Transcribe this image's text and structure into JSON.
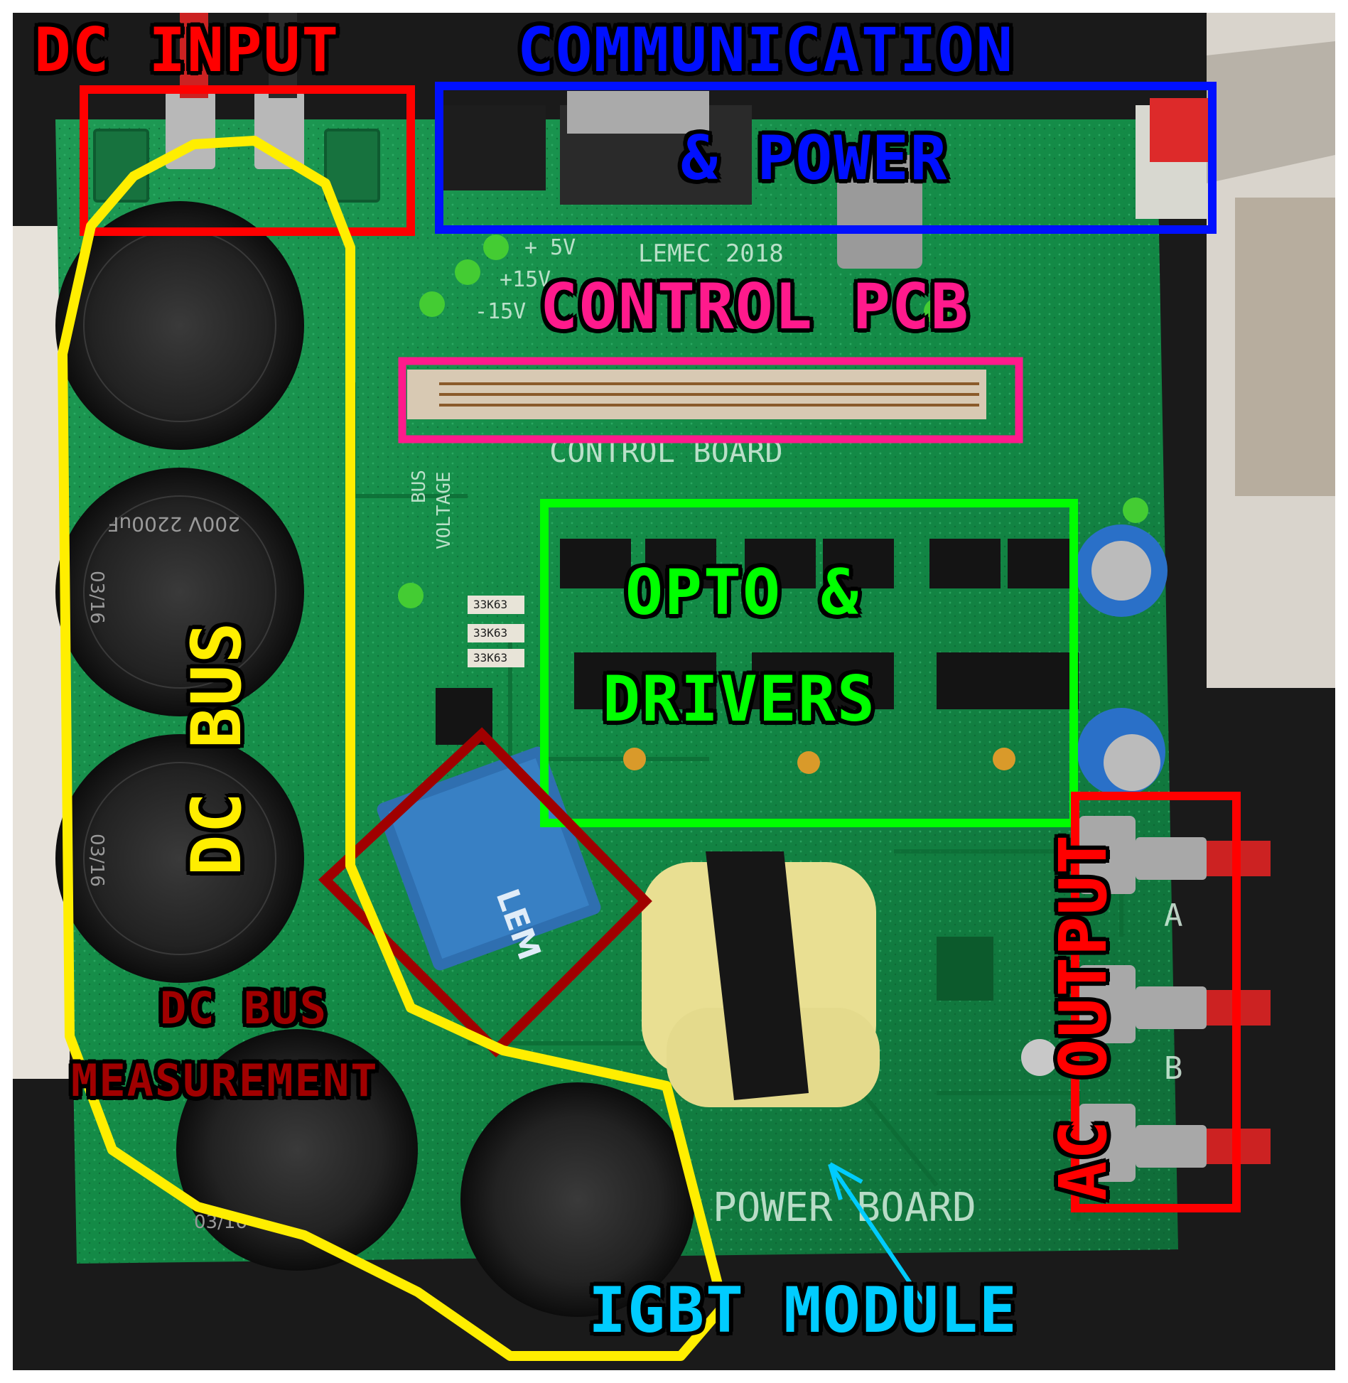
{
  "labels": {
    "dc_input": "DC INPUT",
    "communication": "COMMUNICATION",
    "power": "& POWER",
    "control_pcb": "CONTROL PCB",
    "dc_bus": "DC BUS",
    "opto": "OPTO &",
    "drivers": "DRIVERS",
    "dc_bus_measurement_1": "DC BUS",
    "dc_bus_measurement_2": "MEASUREMENT",
    "ac_output": "AC OUTPUT",
    "igbt_module": "IGBT MODULE"
  },
  "board_silkscreen": {
    "lemec": "LEMEC 2018",
    "control_board": "CONTROL BOARD",
    "power_board": "POWER BOARD",
    "bus_voltage_1": "BUS",
    "bus_voltage_2": "VOLTAGE",
    "plus5v": "+ 5V",
    "plus15v": "+15V",
    "minus15v": "-15V",
    "phase_a": "A",
    "phase_b": "B",
    "lem": "LEM",
    "cap_rating": "200V 2200uF",
    "cap_date": "03/16",
    "resistor": "33K63"
  },
  "colors": {
    "dc_input": "#ff0000",
    "communication": "#0010ff",
    "control_pcb": "#ff1a8c",
    "dc_bus": "#ffee00",
    "opto_drivers": "#00ff00",
    "dc_bus_measurement": "#a00000",
    "ac_output": "#ff0000",
    "igbt_module": "#00ccff"
  }
}
